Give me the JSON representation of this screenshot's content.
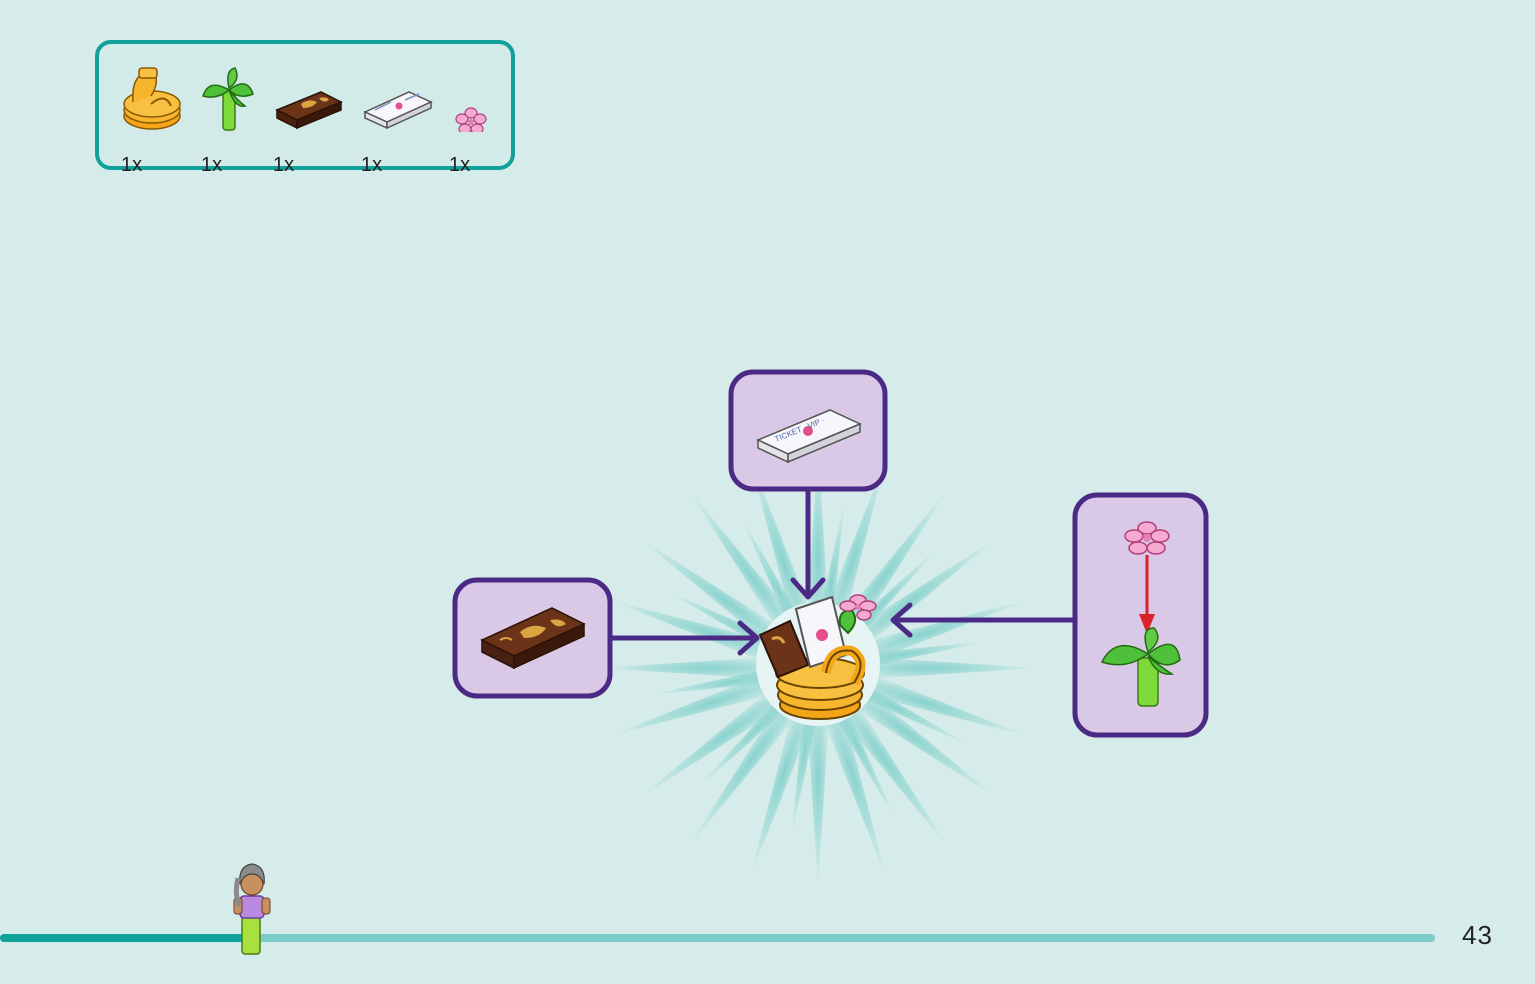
{
  "parts": [
    {
      "name": "basket",
      "icon": "basket-icon",
      "qty": "1x"
    },
    {
      "name": "plant-stem",
      "icon": "plant-stem-icon",
      "qty": "1x"
    },
    {
      "name": "chocolate-tile",
      "icon": "chocolate-tile-icon",
      "qty": "1x"
    },
    {
      "name": "vip-ticket-tile",
      "icon": "ticket-tile-icon",
      "qty": "1x"
    },
    {
      "name": "pink-flower",
      "icon": "flower-icon",
      "qty": "1x"
    }
  ],
  "ticket_print": "TICKET · VIP ·",
  "progress": {
    "fraction": 0.174
  },
  "page_number": "43",
  "colors": {
    "background": "#d6ecea",
    "parts_box_border": "#12a09a",
    "callout_fill": "#d9c9e6",
    "callout_border": "#4b2a86",
    "arrow": "#4b2a86",
    "red_arrow": "#d8232a",
    "progress_track": "#7ccdc8",
    "progress_fill": "#11a39b"
  }
}
